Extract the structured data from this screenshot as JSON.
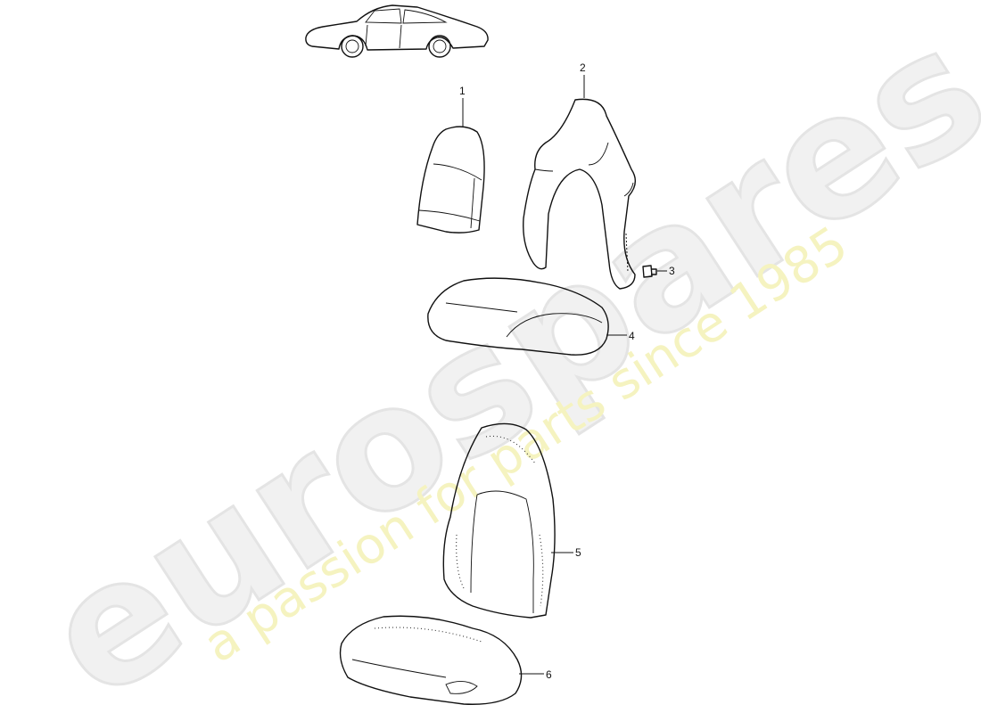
{
  "watermark": {
    "brand": "eurospares",
    "tagline": "a passion for parts since 1985",
    "brand_color": "#e4e4e4",
    "tagline_color": "#f5f3c0"
  },
  "vehicle_icon": "car-side-view-icon",
  "parts": [
    {
      "number": "1"
    },
    {
      "number": "2"
    },
    {
      "number": "3"
    },
    {
      "number": "4"
    },
    {
      "number": "5"
    },
    {
      "number": "6"
    }
  ]
}
